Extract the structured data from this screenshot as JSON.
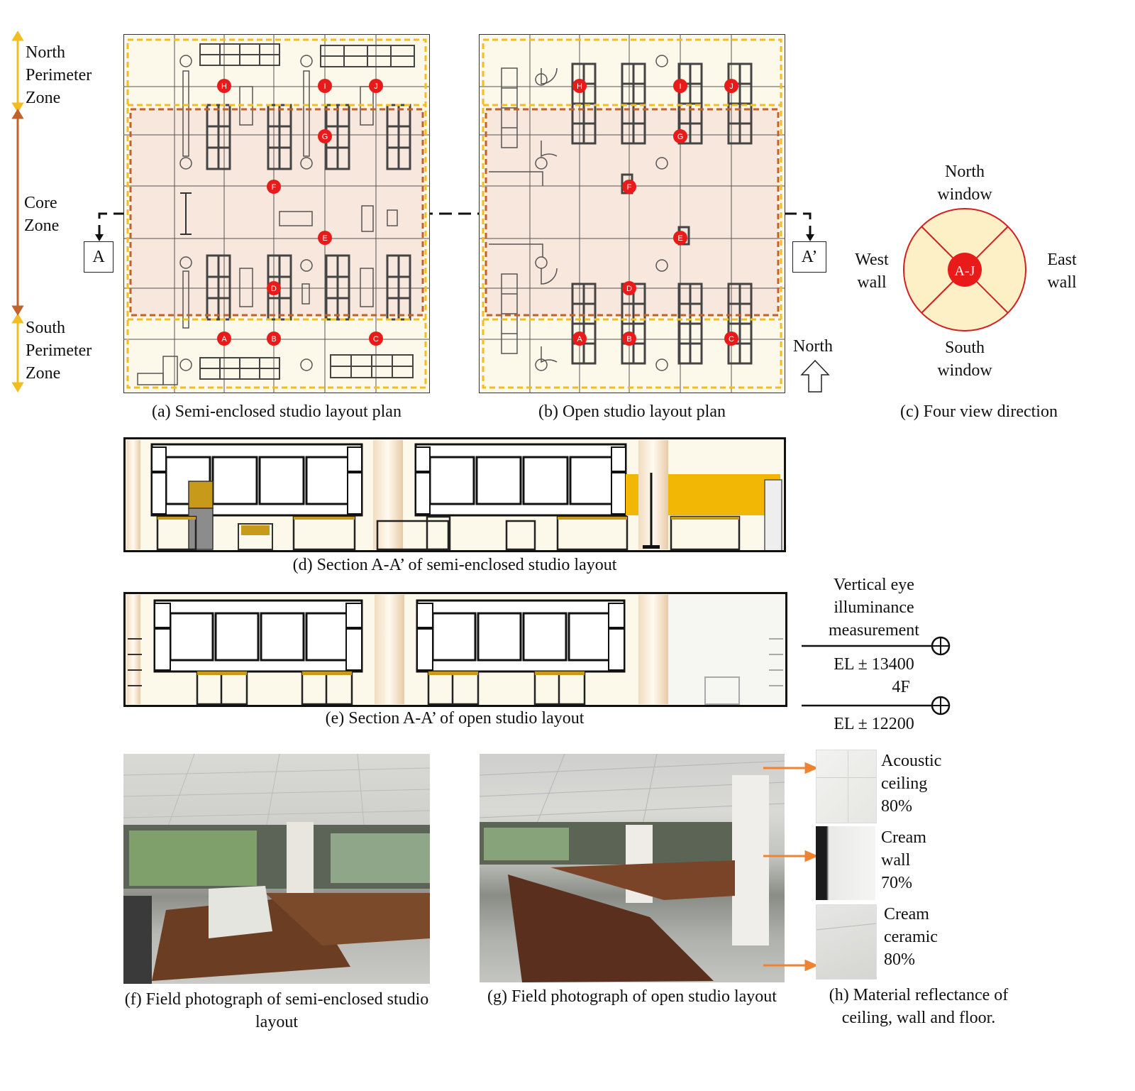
{
  "zones": {
    "north": [
      "North",
      "Perimeter",
      "Zone"
    ],
    "core": [
      "Core",
      "Zone"
    ],
    "south": [
      "South",
      "Perimeter",
      "Zone"
    ]
  },
  "section_marks": {
    "left": "A",
    "right": "A’"
  },
  "north_arrow_label": "North",
  "points": [
    "A",
    "B",
    "C",
    "D",
    "E",
    "F",
    "G",
    "H",
    "I",
    "J"
  ],
  "view_direction": {
    "center": "A-J",
    "north": [
      "North",
      "window"
    ],
    "south": [
      "South",
      "window"
    ],
    "west": [
      "West",
      "wall"
    ],
    "east": [
      "East",
      "wall"
    ]
  },
  "elevation": {
    "title": [
      "Vertical eye",
      "illuminance",
      "measurement"
    ],
    "el_upper": "EL ± 13400",
    "floor": "4F",
    "el_lower": "EL ± 12200"
  },
  "materials": [
    {
      "lines": [
        "Acoustic",
        "ceiling",
        "80%"
      ]
    },
    {
      "lines": [
        "Cream",
        "wall",
        "70%"
      ]
    },
    {
      "lines": [
        "Cream",
        "ceramic",
        "80%"
      ]
    }
  ],
  "captions": {
    "a": "(a) Semi-enclosed studio layout plan",
    "b": "(b) Open studio layout plan",
    "c": "(c) Four view direction",
    "d": "(d) Section A-A’ of semi-enclosed studio layout",
    "e": "(e) Section A-A’ of open studio layout",
    "f": "(f) Field photograph of semi-enclosed studio layout",
    "g": "(g) Field photograph of open studio layout",
    "h": "(h) Material reflectance of ceiling, wall and floor."
  },
  "colors": {
    "perimeter_zone": "#f2bd22",
    "core_zone": "#c0622a",
    "point": "#e81a1a",
    "cream": "#fdf9ea",
    "gold": "#f2b705",
    "arrow": "#ee8433"
  }
}
